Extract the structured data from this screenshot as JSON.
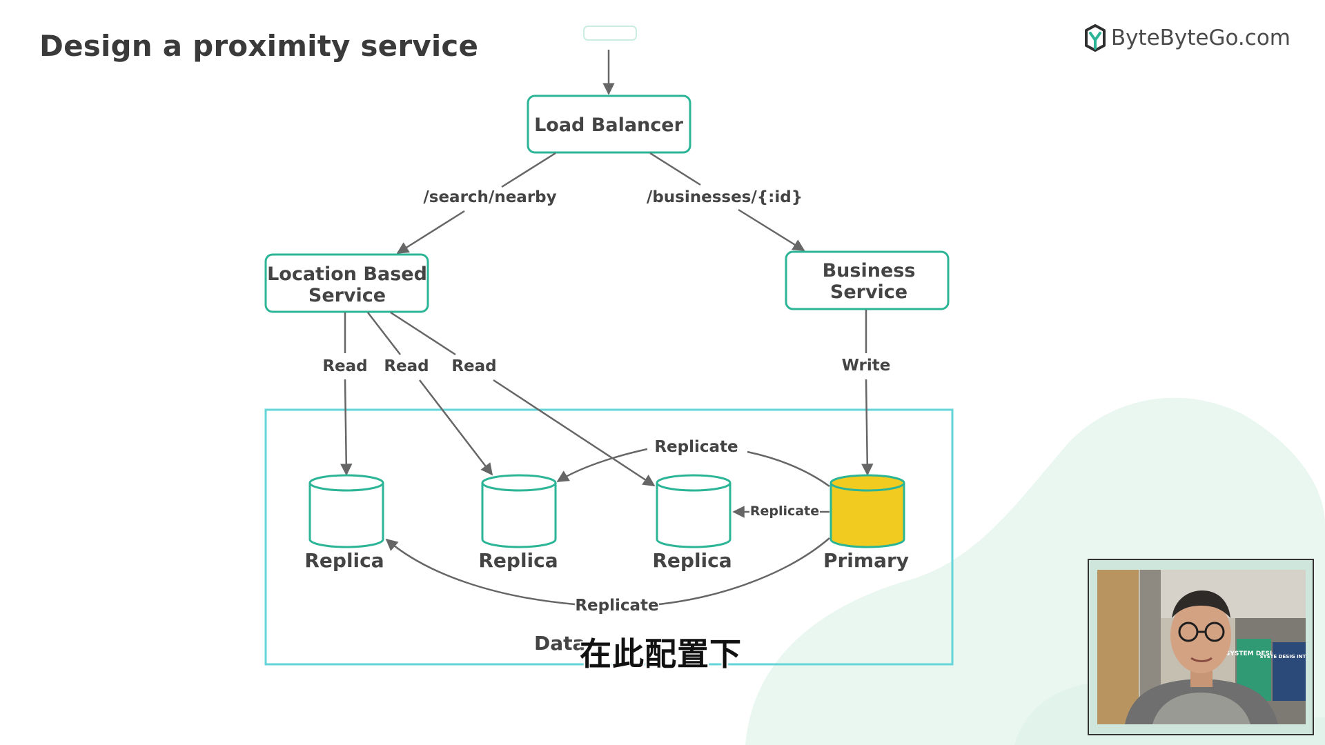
{
  "title": "Design a proximity service",
  "brand": {
    "name": "ByteByteGo.com",
    "icon": "bytebytego-logo-icon"
  },
  "colors": {
    "accent": "#2bb596",
    "group_border": "#63d4d8",
    "primary_fill": "#f2cb20",
    "arrow": "#666666"
  },
  "diagram": {
    "load_balancer": "Load Balancer",
    "location_service": [
      "Location Based",
      "Service"
    ],
    "business_service": [
      "Business",
      "Service"
    ],
    "routes": {
      "search": "/search/nearby",
      "businesses": "/businesses/{:id}"
    },
    "read_label": "Read",
    "write_label": "Write",
    "replicate_label": "Replicate",
    "databases": [
      {
        "label": "Replica",
        "role": "replica"
      },
      {
        "label": "Replica",
        "role": "replica"
      },
      {
        "label": "Replica",
        "role": "replica"
      },
      {
        "label": "Primary",
        "role": "primary"
      }
    ],
    "group_label": "Data"
  },
  "subtitle": "在此配置下",
  "webcam": {
    "books": [
      "SYSTEM DESIGN",
      "SYSTE DESIG INTERVI"
    ]
  }
}
